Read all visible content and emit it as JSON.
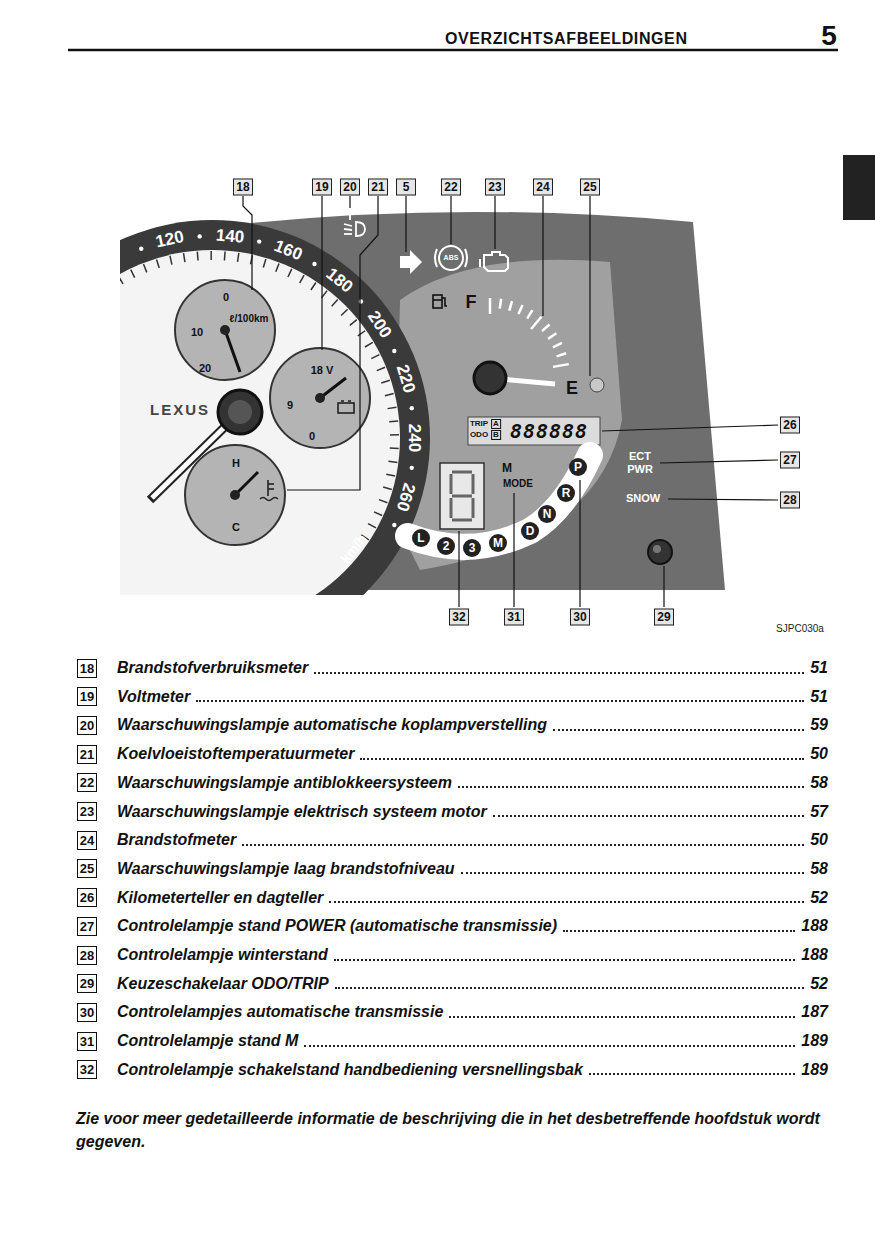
{
  "diagram": {
    "title": "OVERZICHTSAFBEELDINGEN",
    "labels": [
      "5",
      "18",
      "19",
      "20",
      "21",
      "5",
      "22",
      "23",
      "24",
      "25",
      "26",
      "27",
      "28",
      "32",
      "31",
      "30",
      "29",
      "120",
      "140",
      "160",
      "180",
      "200",
      "220",
      "240",
      "260",
      "km/h",
      "LEXUS",
      "0",
      "10",
      "20",
      "ℓ/100km",
      "18 V",
      "9",
      "0",
      "H",
      "C",
      "F",
      "E",
      "TRIP",
      "ODO",
      "A",
      "B",
      "888888",
      "M",
      "MODE",
      "P",
      "R",
      "N",
      "D",
      "M",
      "3",
      "2",
      "L",
      "ECT PWR",
      "SNOW",
      "SJPC030a",
      "ABS",
      "18",
      "Brandstofverbruiksmeter",
      "51",
      "19",
      "Voltmeter",
      "51",
      "20",
      "Waarschuwingslampje automatische koplampverstelling",
      "59",
      "21",
      "Koelvloeistoftemperatuurmeter",
      "50",
      "22",
      "Waarschuwingslampje antiblokkeersysteem",
      "58",
      "23",
      "Waarschuwingslampje elektrisch systeem motor",
      "57",
      "24",
      "Brandstofmeter",
      "50",
      "25",
      "Waarschuwingslampje laag brandstofniveau",
      "58",
      "26",
      "Kilometerteller en dagteller",
      "52",
      "27",
      "Controlelampje stand POWER (automatische transmissie)",
      "188",
      "28",
      "Controlelampje winterstand",
      "188",
      "29",
      "Keuzeschakelaar ODO/TRIP",
      "52",
      "30",
      "Controlelampjes automatische transmissie",
      "187",
      "31",
      "Controlelampje stand M",
      "189",
      "32",
      "Controlelampje schakelstand handbediening versnellingsbak",
      "189",
      "Zie voor meer gedetailleerde informatie de beschrijving die in het desbetreffende hoofdstuk wordt gegeven."
    ]
  }
}
